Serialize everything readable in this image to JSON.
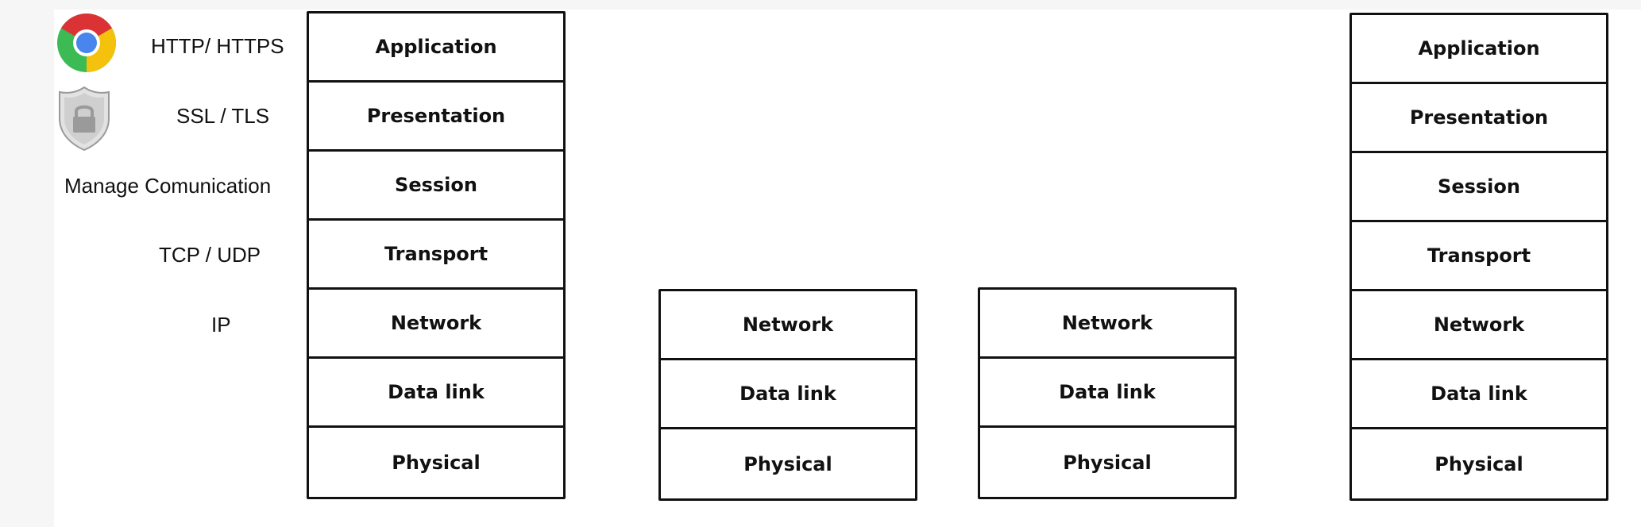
{
  "protocol_labels": {
    "application": "HTTP/ HTTPS",
    "presentation": "SSL / TLS",
    "session": "Manage Comunication",
    "transport": "TCP / UDP",
    "network": "IP"
  },
  "icons": {
    "application": "chrome-browser-icon",
    "presentation": "security-shield-lock-icon"
  },
  "stacks": {
    "sender": [
      "Application",
      "Presentation",
      "Session",
      "Transport",
      "Network",
      "Data link",
      "Physical"
    ],
    "router_1": [
      "Network",
      "Data link",
      "Physical"
    ],
    "router_2": [
      "Network",
      "Data link",
      "Physical"
    ],
    "receiver": [
      "Application",
      "Presentation",
      "Session",
      "Transport",
      "Network",
      "Data link",
      "Physical"
    ]
  },
  "colors": {
    "chrome_red": "#db3236",
    "chrome_green": "#3cba54",
    "chrome_yellow": "#f4c20d",
    "chrome_blue": "#4885ed",
    "shield_gray": "#b8b8b8"
  }
}
